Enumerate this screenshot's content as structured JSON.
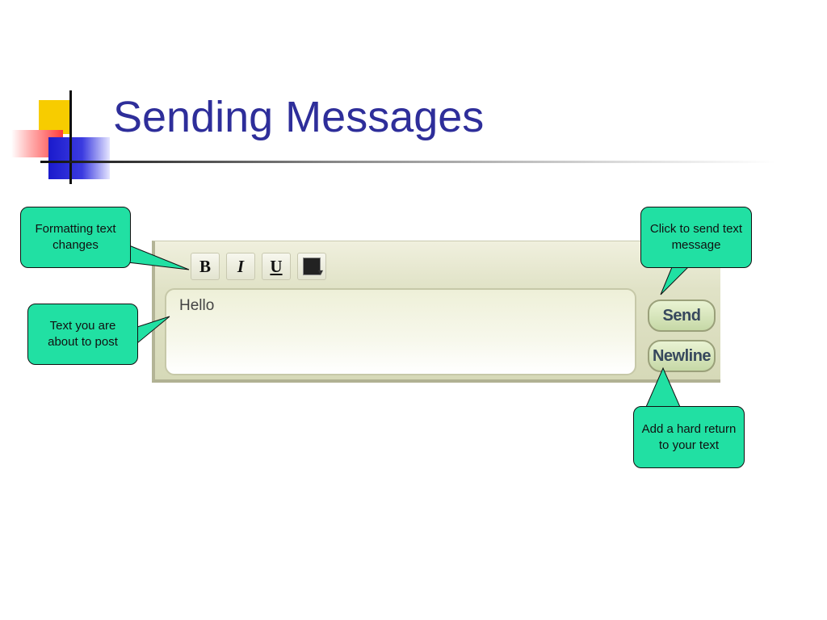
{
  "slide": {
    "title": "Sending Messages"
  },
  "toolbar": {
    "bold_label": "B",
    "italic_label": "I",
    "underline_label": "U",
    "color_icon": "font-color-picker-icon"
  },
  "composer": {
    "message_text": "Hello",
    "send_label": "Send",
    "newline_label": "Newline"
  },
  "callouts": {
    "formatting": "Formatting text changes",
    "text_to_post": "Text you are about to post",
    "send_info": "Click to send text message",
    "newline_info": "Add a hard return to your text"
  },
  "colors": {
    "title": "#2e2e9a",
    "callout_fill": "#21e0a3",
    "panel_bg": "#e0e2c6",
    "button_text": "#37485d"
  }
}
